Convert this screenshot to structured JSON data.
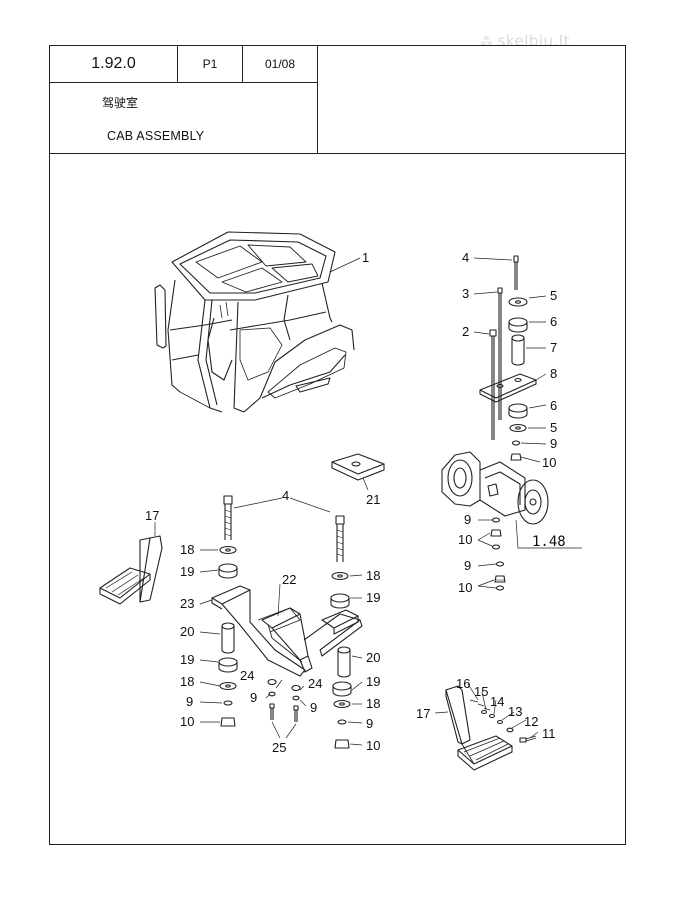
{
  "header": {
    "code": "1.92.0",
    "page": "P1",
    "date": "01/08",
    "title_cn": "驾驶室",
    "title_en": "CAB ASSEMBLY"
  },
  "watermark": "skelbiu.lt",
  "reference_label": "1.48",
  "callouts": {
    "c1": "1",
    "c2": "2",
    "c3": "3",
    "c4": "4",
    "c4b": "4",
    "c5a": "5",
    "c5b": "5",
    "c6a": "6",
    "c6b": "6",
    "c7": "7",
    "c8": "8",
    "c9a": "9",
    "c9b": "9",
    "c9c": "9",
    "c9d": "9",
    "c9e": "9",
    "c9f": "9",
    "c9g": "9",
    "c10a": "10",
    "c10b": "10",
    "c10c": "10",
    "c10d": "10",
    "c10e": "10",
    "c11": "11",
    "c12": "12",
    "c13": "13",
    "c14": "14",
    "c15": "15",
    "c16": "16",
    "c17a": "17",
    "c17b": "17",
    "c18a": "18",
    "c18b": "18",
    "c18c": "18",
    "c18d": "18",
    "c19a": "19",
    "c19b": "19",
    "c19c": "19",
    "c19d": "19",
    "c20a": "20",
    "c20b": "20",
    "c21": "21",
    "c22": "22",
    "c23": "23",
    "c24a": "24",
    "c24b": "24",
    "c25": "25"
  }
}
